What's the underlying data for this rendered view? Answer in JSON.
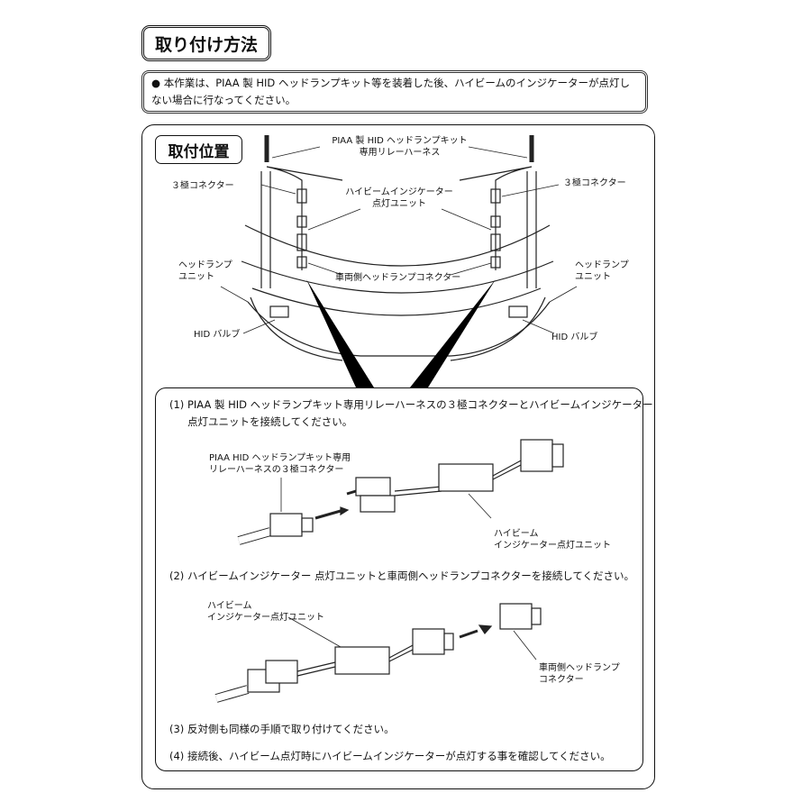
{
  "title": "取り付け方法",
  "notice": {
    "bullet": "●",
    "text": "本作業は、PIAA 製 HID ヘッドランプキット等を装着した後、ハイビームのインジケーターが点灯しない場合に行なってください。"
  },
  "location": {
    "heading": "取付位置",
    "labels": {
      "harness_line1": "PIAA 製 HID ヘッドランプキット",
      "harness_line2": "専用リレーハーネス",
      "connector3_left": "３極コネクター",
      "connector3_right": "３極コネクター",
      "unit_line1": "ハイビームインジケーター",
      "unit_line2": "点灯ユニット",
      "headlamp_left_1": "ヘッドランプ",
      "headlamp_left_2": "ユニット",
      "headlamp_right_1": "ヘッドランプ",
      "headlamp_right_2": "ユニット",
      "vehicle_connector": "車両側ヘッドランプコネクター",
      "hid_bulb_left": "HID バルブ",
      "hid_bulb_right": "HID バルブ"
    }
  },
  "steps": [
    {
      "text_line1": "(1) PIAA 製 HID ヘッドランプキット専用リレーハーネスの３極コネクターとハイビームインジケーター",
      "text_line2": "点灯ユニットを接続してください。",
      "labels": {
        "a1": "PIAA HID ヘッドランプキット専用",
        "a2": "リレーハーネスの３極コネクター",
        "b1": "ハイビーム",
        "b2": "インジケーター点灯ユニット"
      }
    },
    {
      "text_line1": "(2) ハイビームインジケーター 点灯ユニットと車両側ヘッドランプコネクターを接続してください。",
      "labels": {
        "a1": "ハイビーム",
        "a2": "インジケーター点灯ユニット",
        "b1": "車両側ヘッドランプ",
        "b2": "コネクター"
      }
    },
    {
      "text_line1": "(3) 反対側も同様の手順で取り付けてください。"
    },
    {
      "text_line1": "(4) 接続後、ハイビーム点灯時にハイビームインジケーターが点灯する事を確認してください。"
    }
  ]
}
